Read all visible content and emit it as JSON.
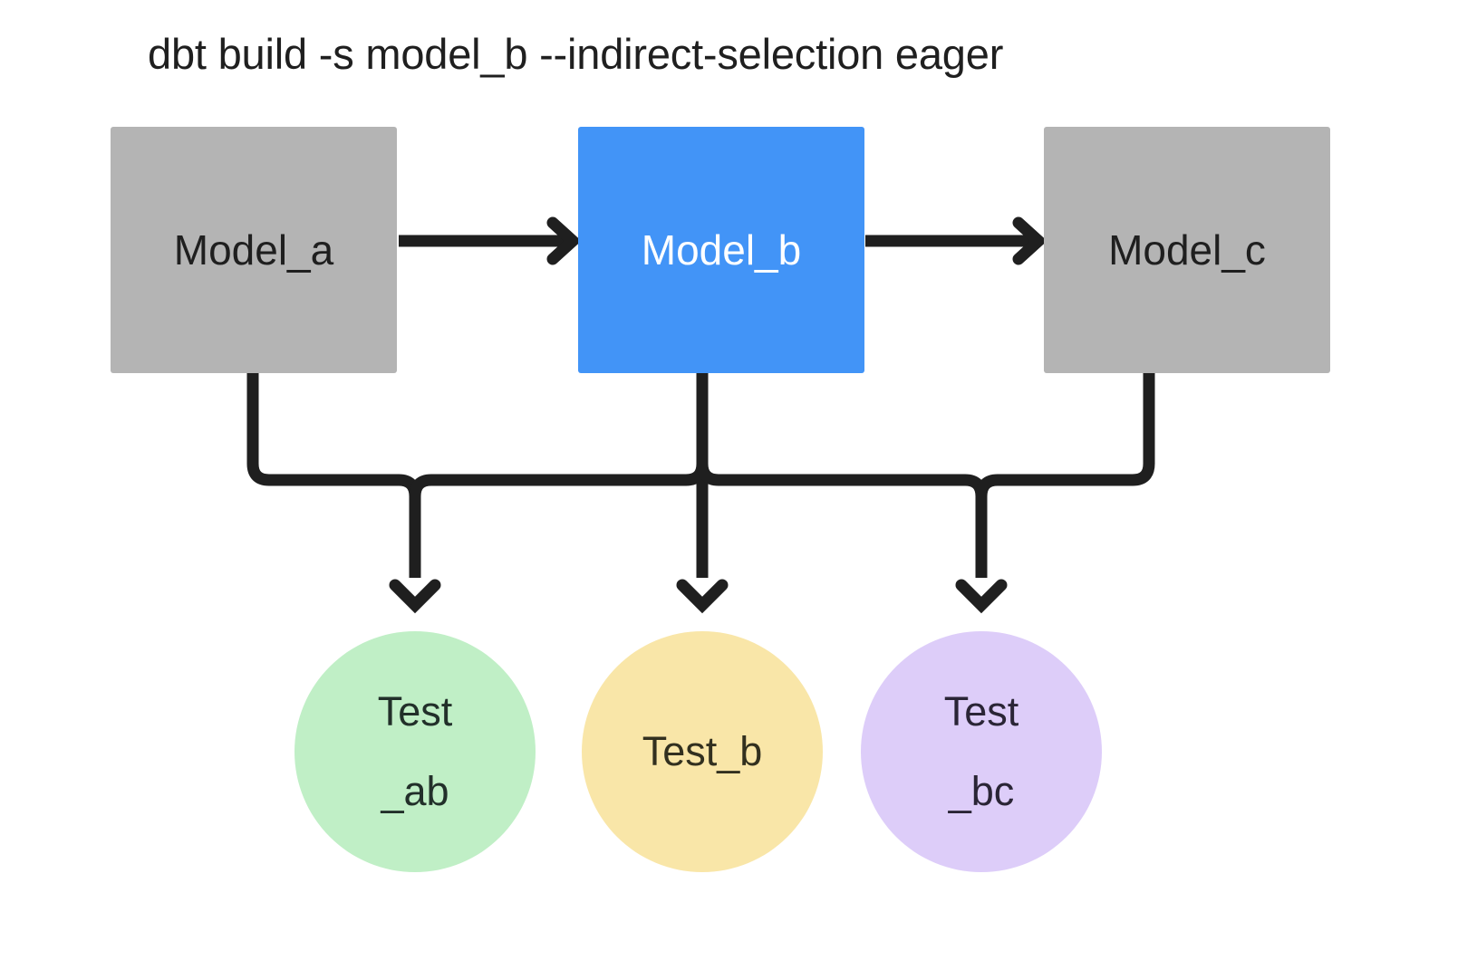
{
  "diagram": {
    "title": "dbt build -s model_b --indirect-selection eager",
    "background_color": "#ffffff",
    "edge_color": "#1f1f1f",
    "nodes": {
      "models": [
        {
          "id": "model_a",
          "label": "Model_a",
          "shape": "rect",
          "fill": "#b4b4b4",
          "text_color": "#1f1f1f",
          "selected": false
        },
        {
          "id": "model_b",
          "label": "Model_b",
          "shape": "rect",
          "fill": "#4294f7",
          "text_color": "#ffffff",
          "selected": true
        },
        {
          "id": "model_c",
          "label": "Model_c",
          "shape": "rect",
          "fill": "#b4b4b4",
          "text_color": "#1f1f1f",
          "selected": false
        }
      ],
      "tests": [
        {
          "id": "test_ab",
          "label_line1": "Test",
          "label_line2": "_ab",
          "shape": "circle",
          "fill": "#c0efc6",
          "text_color": "#22302a"
        },
        {
          "id": "test_b",
          "label_line1": "Test_b",
          "label_line2": "",
          "shape": "circle",
          "fill": "#f9e6a8",
          "text_color": "#32301f"
        },
        {
          "id": "test_bc",
          "label_line1": "Test",
          "label_line2": "_bc",
          "shape": "circle",
          "fill": "#ddcdf9",
          "text_color": "#2a2536"
        }
      ]
    },
    "edges": [
      {
        "from": "model_a",
        "to": "model_b",
        "style": "arrow-right"
      },
      {
        "from": "model_b",
        "to": "model_c",
        "style": "arrow-right"
      },
      {
        "from": "model_a",
        "to": "test_ab",
        "style": "elbow-down"
      },
      {
        "from": "model_b",
        "to": "test_ab",
        "style": "elbow-down"
      },
      {
        "from": "model_b",
        "to": "test_b",
        "style": "straight-down"
      },
      {
        "from": "model_b",
        "to": "test_bc",
        "style": "elbow-down"
      },
      {
        "from": "model_c",
        "to": "test_bc",
        "style": "elbow-down"
      }
    ]
  }
}
